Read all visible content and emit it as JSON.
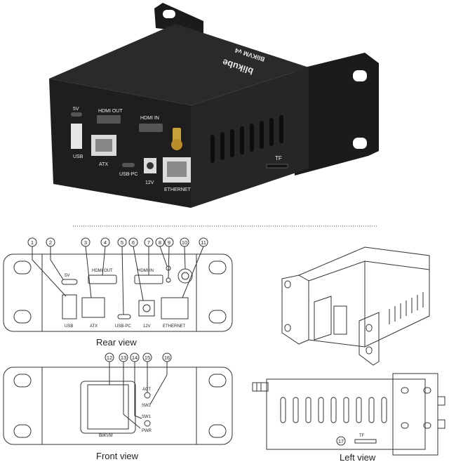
{
  "product_photo": {
    "brand": "blikube",
    "model": "BliKVM v4",
    "ports": {
      "five_v": "5V",
      "hdmi_out": "HDMI OUT",
      "hdmi_in": "HDMI IN",
      "usb": "USB",
      "atx": "ATX",
      "usb_pc": "USB-PC",
      "twelve_v": "12V",
      "ethernet": "ETHERNET",
      "tf": "TF"
    }
  },
  "rear_view": {
    "caption": "Rear view",
    "callouts": [
      "1",
      "2",
      "3",
      "4",
      "5",
      "6",
      "7",
      "8",
      "9",
      "10",
      "11"
    ],
    "ports": {
      "five_v": "5V",
      "hdmi_out": "HDMI OUT",
      "hdmi_in": "HDMI IN",
      "usb": "USB",
      "atx": "ATX",
      "usb_pc": "USB-PC",
      "twelve_v": "12V",
      "ethernet": "ETHERNET"
    }
  },
  "front_view": {
    "caption": "Front view",
    "callouts": [
      "12",
      "13",
      "14",
      "15",
      "16"
    ],
    "labels": {
      "act": "ACT",
      "sw2": "SW2",
      "sw1": "SW1",
      "pwr": "PWR",
      "screen": "BliKVM"
    }
  },
  "left_view": {
    "caption": "Left view",
    "callout": "17",
    "tf": "TF"
  }
}
